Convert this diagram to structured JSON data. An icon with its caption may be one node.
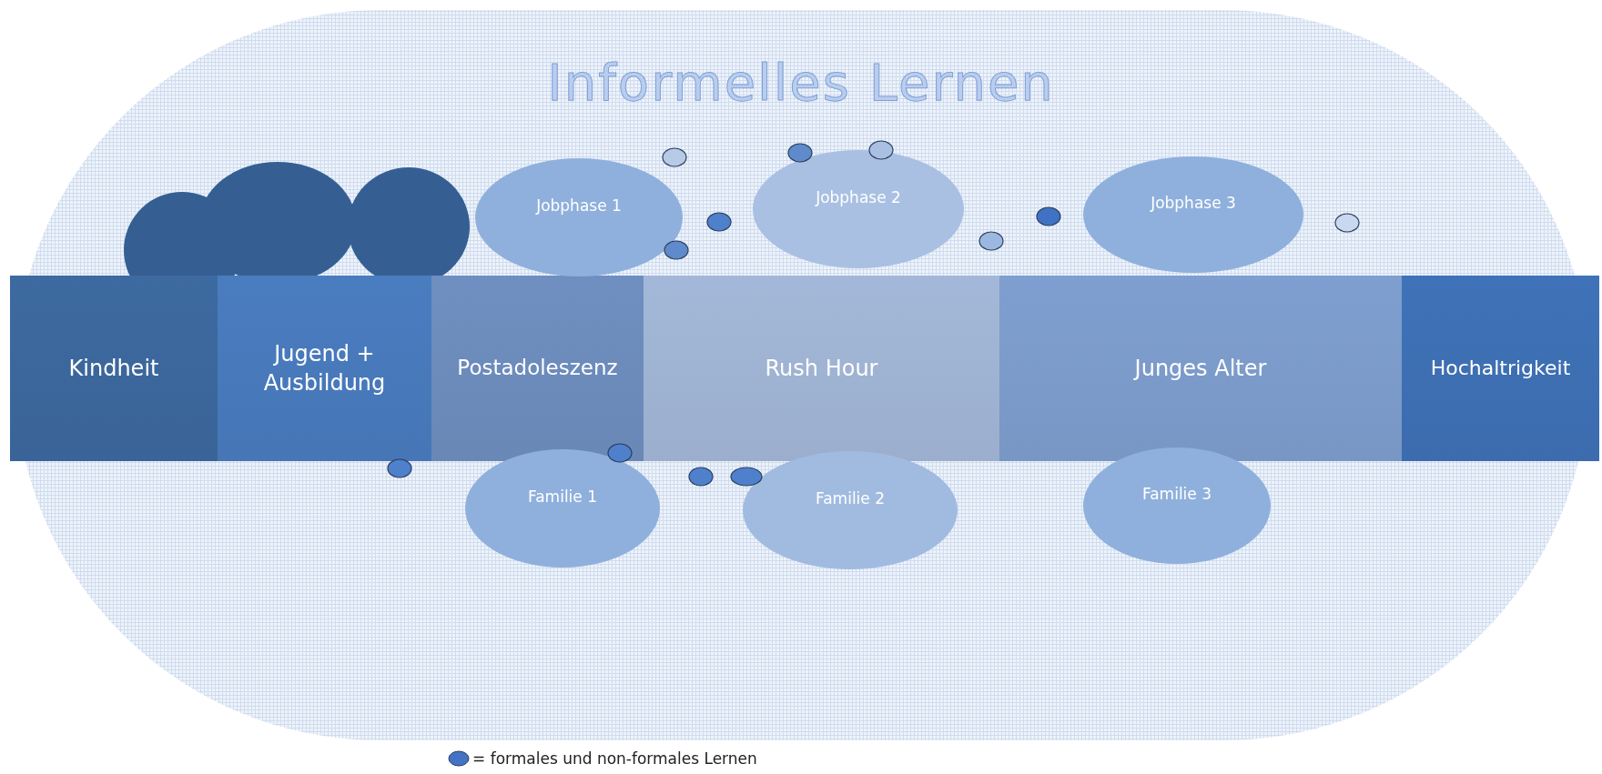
{
  "diagram": {
    "title": "Informelles Lernen",
    "nodes": [
      {
        "text": [
          "Kindheit"
        ]
      },
      {
        "text": [
          "Jugend + Ausbildung"
        ]
      },
      {
        "text": [
          "Postadoleszenz"
        ]
      },
      {
        "text": [
          "Rush Hour"
        ]
      },
      {
        "text": [
          "Junges Alter"
        ]
      },
      {
        "text": [
          "Hochaltrigkeit"
        ]
      },
      {
        "text": [
          "Jobphase 1"
        ]
      },
      {
        "text": [
          "Jobphase 2"
        ]
      },
      {
        "text": [
          "Jobphase 3"
        ]
      },
      {
        "text": [
          "Familie 1"
        ]
      },
      {
        "text": [
          "Familie 2"
        ]
      },
      {
        "text": [
          "Familie 3"
        ]
      }
    ],
    "edges": [],
    "legend": [
      {
        "text": "= formales und non-formales Lernen",
        "color": "#4472c4"
      }
    ]
  }
}
